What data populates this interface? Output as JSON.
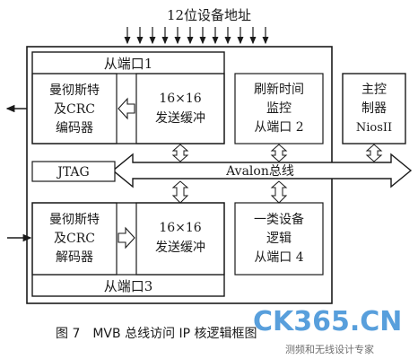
{
  "diagram": {
    "top_label": "12位设备地址",
    "slave_port_1": "从端口1",
    "slave_port_3": "从端口3",
    "manchester_encoder": [
      "曼彻斯特",
      "及CRC",
      "编码器"
    ],
    "manchester_decoder": [
      "曼彻斯特",
      "及CRC",
      "解码器"
    ],
    "send_buffer_top": [
      "16×16",
      "发送缓冲"
    ],
    "send_buffer_bottom": [
      "16×16",
      "发送缓冲"
    ],
    "refresh_monitor": [
      "刷新时间",
      "监控",
      "从端口 2"
    ],
    "class1_logic": [
      "一类设备",
      "逻辑",
      "从端口 4"
    ],
    "main_controller": [
      "主控",
      "制器",
      "NiosII"
    ],
    "jtag": "JTAG",
    "avalon_bus": "Avalon总线"
  },
  "caption": "图 7　MVB 总线访问 IP 核逻辑框图",
  "watermark": {
    "brand": "CK365.CN",
    "tagline": "测频和无线设计专家"
  }
}
